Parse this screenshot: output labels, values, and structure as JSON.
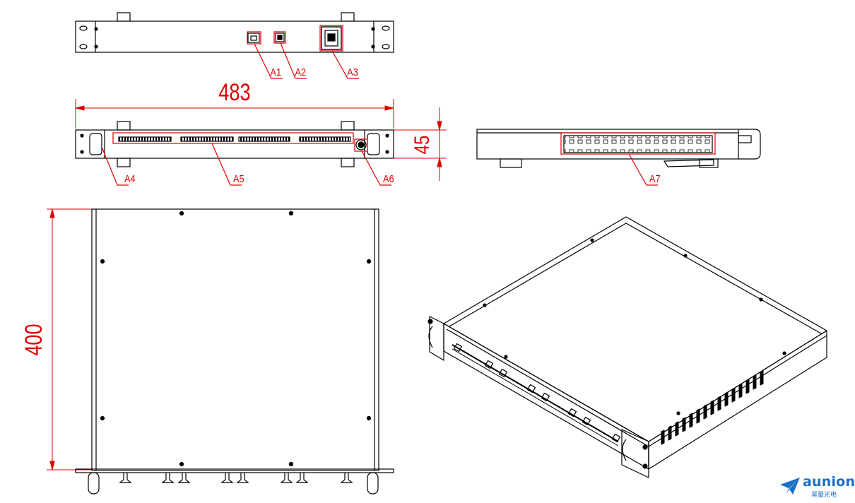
{
  "dimensions": {
    "width_label": "483",
    "height_label": "45",
    "depth_label": "400"
  },
  "callouts": {
    "a1": "A1",
    "a2": "A2",
    "a3": "A3",
    "a4": "A4",
    "a5": "A5",
    "a6": "A6",
    "a7": "A7"
  },
  "logo": {
    "name": "aunion",
    "subtitle": "昊量光电",
    "color": "#1a6fc4"
  },
  "colors": {
    "outline": "#000000",
    "dimension": "#e00000"
  }
}
